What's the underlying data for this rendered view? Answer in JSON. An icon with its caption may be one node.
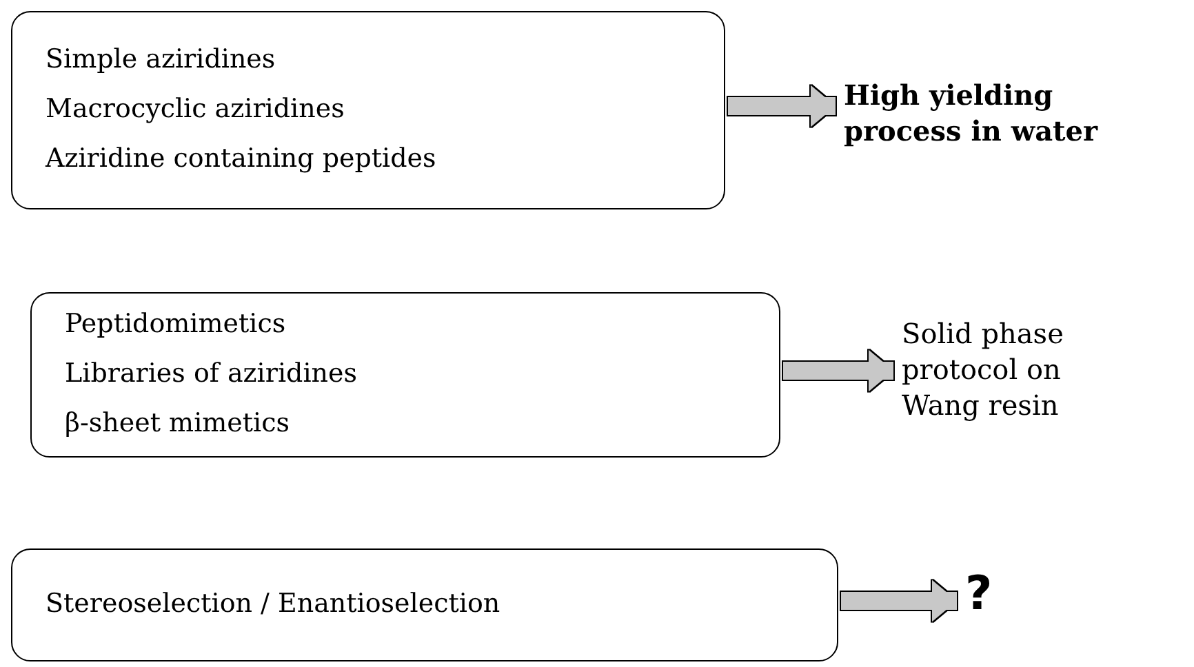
{
  "diagram": {
    "nodes": [
      {
        "text": [
          "Simple aziridines",
          "Macrocyclic aziridines",
          "Aziridine containing peptides"
        ]
      },
      {
        "text": [
          "High yielding process in water"
        ]
      },
      {
        "text": [
          "Peptidomimetics",
          "Libraries of aziridines",
          "β-sheet mimetics"
        ]
      },
      {
        "text": [
          "Solid phase protocol on Wang resin"
        ]
      },
      {
        "text": [
          "Stereoselection / Enantioselection"
        ]
      },
      {
        "text": [
          "?"
        ]
      }
    ],
    "edges": [
      {
        "from": 0,
        "to": 1,
        "arrow": "to"
      },
      {
        "from": 2,
        "to": 3,
        "arrow": "to"
      },
      {
        "from": 4,
        "to": 5,
        "arrow": "to"
      }
    ]
  }
}
